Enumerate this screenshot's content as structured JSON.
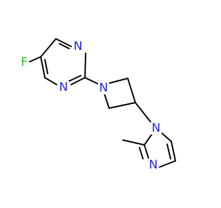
{
  "molecule": {
    "atoms": {
      "fluorine": {
        "symbol": "F",
        "color": "#2db82d"
      },
      "pyrimidine_n1": {
        "symbol": "N",
        "color": "#2020ff"
      },
      "pyrimidine_n3": {
        "symbol": "N",
        "color": "#2020ff"
      },
      "azetidine_n": {
        "symbol": "N",
        "color": "#2020ff"
      },
      "imidazole_n1": {
        "symbol": "N",
        "color": "#2020ff"
      },
      "imidazole_n3": {
        "symbol": "N",
        "color": "#2020ff"
      }
    },
    "bond_color": "#000000"
  }
}
